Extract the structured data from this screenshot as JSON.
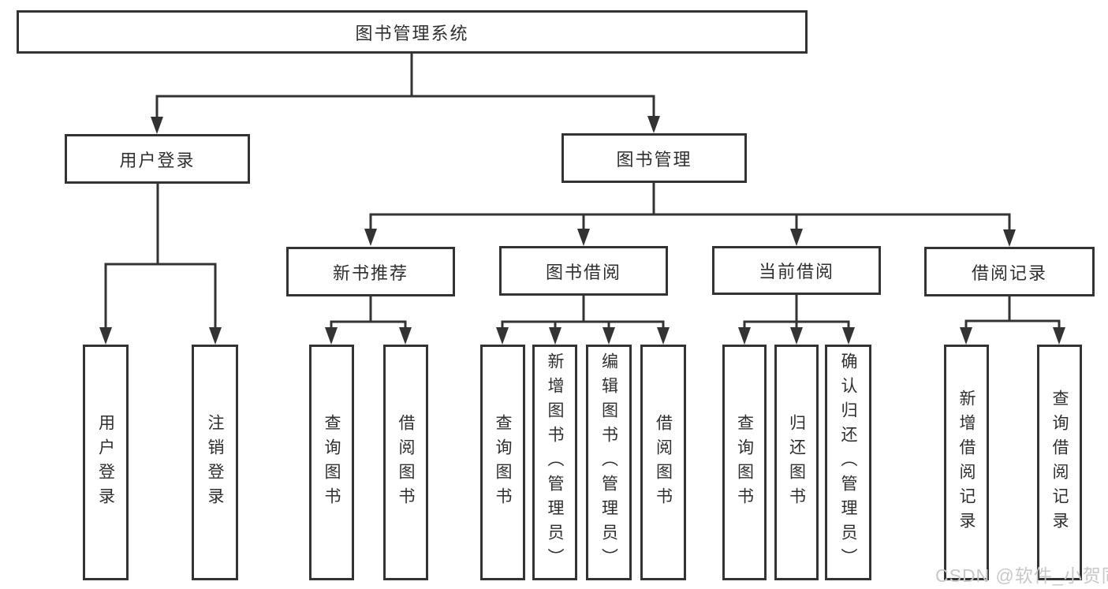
{
  "tree": {
    "root": {
      "label": "图书管理系统",
      "children": [
        {
          "label": "用户登录",
          "children": [
            {
              "label": "用户登录"
            },
            {
              "label": "注销登录"
            }
          ]
        },
        {
          "label": "图书管理",
          "children": [
            {
              "label": "新书推荐",
              "children": [
                {
                  "label": "查询图书"
                },
                {
                  "label": "借阅图书"
                }
              ]
            },
            {
              "label": "图书借阅",
              "children": [
                {
                  "label": "查询图书"
                },
                {
                  "label": "新增图书（管理员）"
                },
                {
                  "label": "编辑图书（管理员）"
                },
                {
                  "label": "借阅图书"
                }
              ]
            },
            {
              "label": "当前借阅",
              "children": [
                {
                  "label": "查询图书"
                },
                {
                  "label": "归还图书"
                },
                {
                  "label": "确认归还（管理员）"
                }
              ]
            },
            {
              "label": "借阅记录",
              "children": [
                {
                  "label": "新增借阅记录"
                },
                {
                  "label": "查询借阅记录"
                }
              ]
            }
          ]
        }
      ]
    }
  },
  "watermark": {
    "text": "CSDN @软件_小贺同学"
  },
  "colors": {
    "line": "#333333",
    "box_border": "#333333",
    "text": "#2f2f2f",
    "watermark": "#c8c8c8",
    "background": "#ffffff"
  }
}
